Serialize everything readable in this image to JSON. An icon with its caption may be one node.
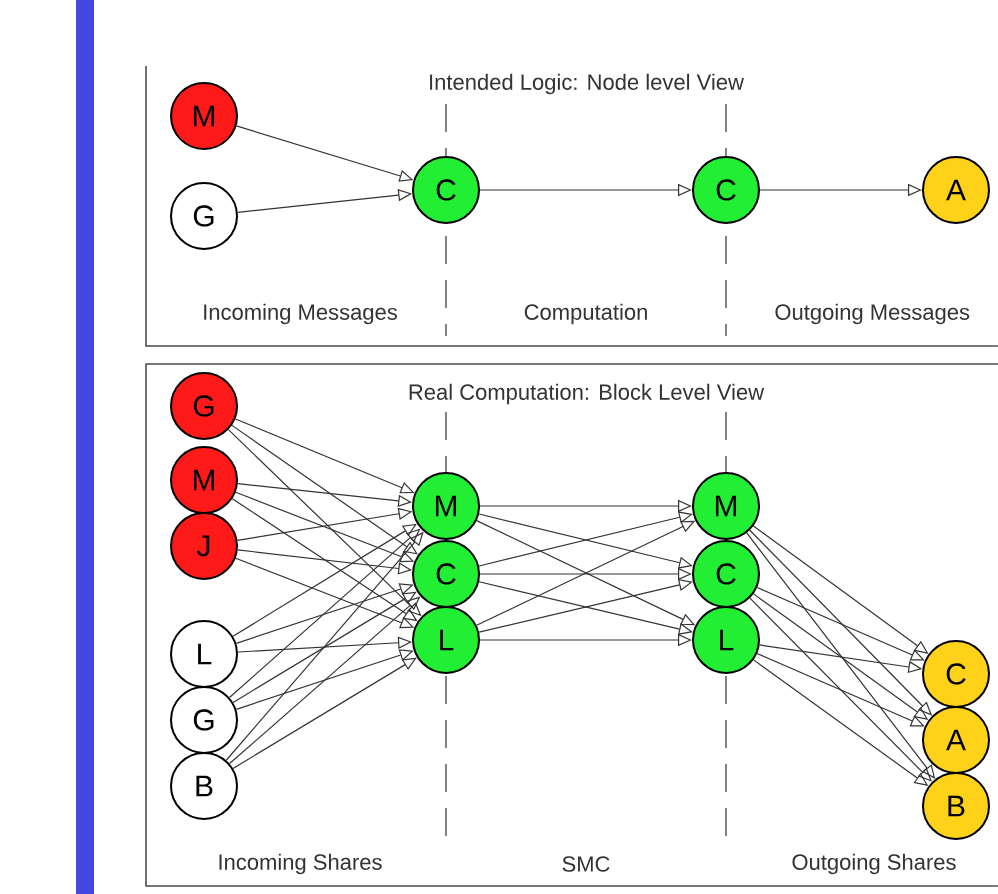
{
  "diagram": {
    "nodes": [
      {
        "text": [
          "M"
        ]
      },
      {
        "text": [
          "G"
        ]
      },
      {
        "text": [
          "C"
        ]
      },
      {
        "text": [
          "C"
        ]
      },
      {
        "text": [
          "A"
        ]
      },
      {
        "text": [
          "G"
        ]
      },
      {
        "text": [
          "M"
        ]
      },
      {
        "text": [
          "J"
        ]
      },
      {
        "text": [
          "L"
        ]
      },
      {
        "text": [
          "G"
        ]
      },
      {
        "text": [
          "B"
        ]
      },
      {
        "text": [
          "M"
        ]
      },
      {
        "text": [
          "C"
        ]
      },
      {
        "text": [
          "L"
        ]
      },
      {
        "text": [
          "M"
        ]
      },
      {
        "text": [
          "C"
        ]
      },
      {
        "text": [
          "L"
        ]
      },
      {
        "text": [
          "C"
        ]
      },
      {
        "text": [
          "A"
        ]
      },
      {
        "text": [
          "B"
        ]
      }
    ],
    "edges": [
      {
        "from": 0,
        "to": 2,
        "arrow": "to"
      },
      {
        "from": 1,
        "to": 2,
        "arrow": "to"
      },
      {
        "from": 2,
        "to": 3,
        "arrow": "to"
      },
      {
        "from": 3,
        "to": 4,
        "arrow": "to"
      },
      {
        "from": 5,
        "to": 11,
        "arrow": "to"
      },
      {
        "from": 5,
        "to": 12,
        "arrow": "to"
      },
      {
        "from": 5,
        "to": 13,
        "arrow": "to"
      },
      {
        "from": 6,
        "to": 11,
        "arrow": "to"
      },
      {
        "from": 6,
        "to": 12,
        "arrow": "to"
      },
      {
        "from": 6,
        "to": 13,
        "arrow": "to"
      },
      {
        "from": 7,
        "to": 11,
        "arrow": "to"
      },
      {
        "from": 7,
        "to": 12,
        "arrow": "to"
      },
      {
        "from": 7,
        "to": 13,
        "arrow": "to"
      },
      {
        "from": 8,
        "to": 11,
        "arrow": "to"
      },
      {
        "from": 8,
        "to": 12,
        "arrow": "to"
      },
      {
        "from": 8,
        "to": 13,
        "arrow": "to"
      },
      {
        "from": 9,
        "to": 11,
        "arrow": "to"
      },
      {
        "from": 9,
        "to": 12,
        "arrow": "to"
      },
      {
        "from": 9,
        "to": 13,
        "arrow": "to"
      },
      {
        "from": 10,
        "to": 11,
        "arrow": "to"
      },
      {
        "from": 10,
        "to": 12,
        "arrow": "to"
      },
      {
        "from": 10,
        "to": 13,
        "arrow": "to"
      },
      {
        "from": 11,
        "to": 14,
        "arrow": "to"
      },
      {
        "from": 11,
        "to": 15,
        "arrow": "to"
      },
      {
        "from": 11,
        "to": 16,
        "arrow": "to"
      },
      {
        "from": 12,
        "to": 14,
        "arrow": "to"
      },
      {
        "from": 12,
        "to": 15,
        "arrow": "to"
      },
      {
        "from": 12,
        "to": 16,
        "arrow": "to"
      },
      {
        "from": 13,
        "to": 14,
        "arrow": "to"
      },
      {
        "from": 13,
        "to": 15,
        "arrow": "to"
      },
      {
        "from": 13,
        "to": 16,
        "arrow": "to"
      },
      {
        "from": 14,
        "to": 17,
        "arrow": "to"
      },
      {
        "from": 14,
        "to": 18,
        "arrow": "to"
      },
      {
        "from": 14,
        "to": 19,
        "arrow": "to"
      },
      {
        "from": 15,
        "to": 17,
        "arrow": "to"
      },
      {
        "from": 15,
        "to": 18,
        "arrow": "to"
      },
      {
        "from": 15,
        "to": 19,
        "arrow": "to"
      },
      {
        "from": 16,
        "to": 17,
        "arrow": "to"
      },
      {
        "from": 16,
        "to": 18,
        "arrow": "to"
      },
      {
        "from": 16,
        "to": 19,
        "arrow": "to"
      }
    ],
    "labels": [
      "Intended Logic: Node level View",
      "Incoming Messages",
      "Computation",
      "Outgoing Messages",
      "Real Computation: Block Level View",
      "Incoming Shares",
      "SMC",
      "Outgoing Shares"
    ]
  }
}
